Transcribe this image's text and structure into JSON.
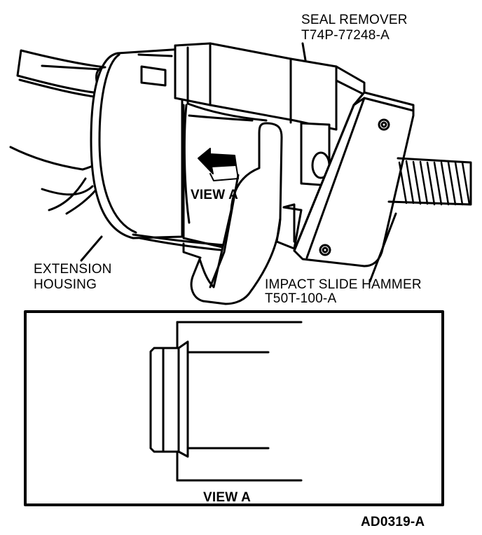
{
  "labels": {
    "seal_remover": "SEAL REMOVER",
    "seal_remover_part": "T74P-77248-A",
    "extension_housing_1": "EXTENSION",
    "extension_housing_2": "HOUSING",
    "impact_slide_hammer": "IMPACT SLIDE HAMMER",
    "impact_slide_hammer_part": "T50T-100-A",
    "view_a_arrow": "VIEW A",
    "view_a_caption": "VIEW A",
    "figure_code": "AD0319-A"
  },
  "colors": {
    "ink": "#000000",
    "paper": "#ffffff"
  }
}
